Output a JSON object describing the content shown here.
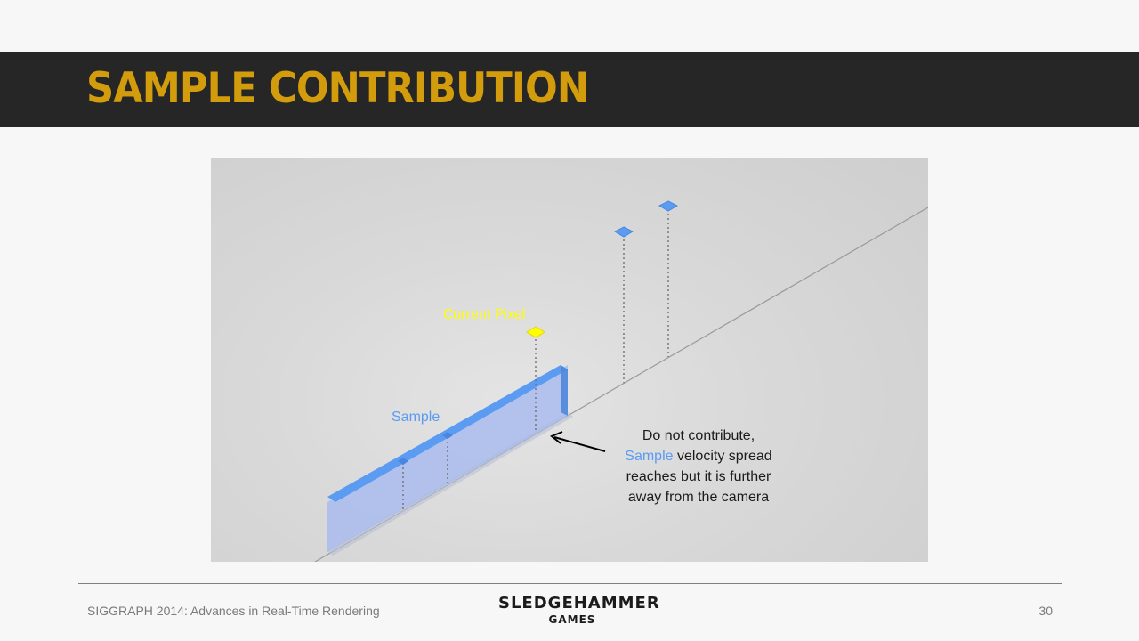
{
  "slide": {
    "title": "SAMPLE CONTRIBUTION"
  },
  "diagram": {
    "current_pixel_label": "Current Pixel",
    "sample_label": "Sample",
    "annotation": {
      "line1": "Do not contribute,",
      "highlight": "Sample",
      "line2_rest": " velocity spread",
      "line3": "reaches but it is further",
      "line4": "away from the camera"
    },
    "colors": {
      "sample_blue": "#5b9cf2",
      "current_pixel_yellow": "#ffff00",
      "title_gold": "#d39c0c"
    }
  },
  "footer": {
    "conference": "SIGGRAPH 2014: Advances in Real-Time Rendering",
    "logo_line1": "SLEDGEHAMMER",
    "logo_line2": "GAMES",
    "page_number": "30"
  }
}
